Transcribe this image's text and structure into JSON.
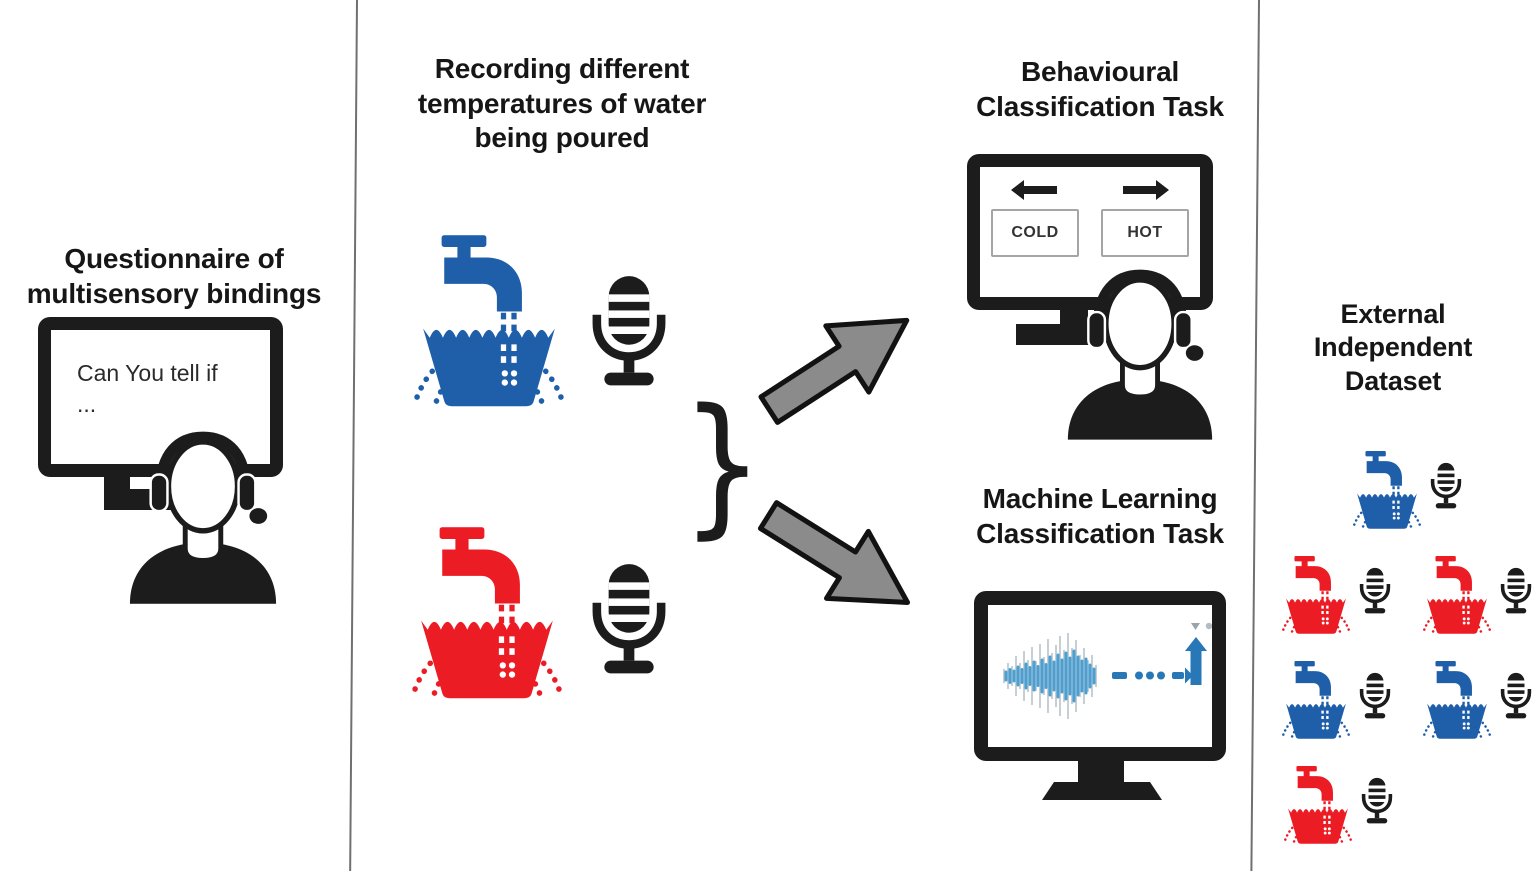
{
  "colors": {
    "ink": "#1c1c1c",
    "cold": "#1f5fa9",
    "hot": "#ec1c24",
    "arrow_fill": "#8b8b8b",
    "arrow_outline": "#121212",
    "divider": "#707070",
    "box_border": "#a5a5a5",
    "wave_blue": "#49a0d5",
    "wave_blue_dark": "#2878b8",
    "wave_gray": "#b8c3c9"
  },
  "glyphs": {
    "brace": "}"
  },
  "questionnaire": {
    "title_line1": "Questionnaire of",
    "title_line2": "multisensory bindings",
    "screen_line1": "Can You tell if",
    "screen_line2": "..."
  },
  "recording": {
    "title_line1": "Recording different",
    "title_line2": "temperatures of water",
    "title_line3": "being poured"
  },
  "behavioural": {
    "title_line1": "Behavioural",
    "title_line2": "Classification Task",
    "left_choice": "COLD",
    "right_choice": "HOT"
  },
  "ml": {
    "title_line1": "Machine Learning",
    "title_line2": "Classification Task"
  },
  "external": {
    "title_line1": "External",
    "title_line2": "Independent",
    "title_line3": "Dataset",
    "rows": [
      {
        "layout": "center",
        "items": [
          "cold"
        ]
      },
      {
        "layout": "split",
        "items": [
          "hot",
          "hot"
        ]
      },
      {
        "layout": "split",
        "items": [
          "cold",
          "cold"
        ]
      },
      {
        "layout": "left",
        "items": [
          "hot"
        ]
      }
    ]
  }
}
